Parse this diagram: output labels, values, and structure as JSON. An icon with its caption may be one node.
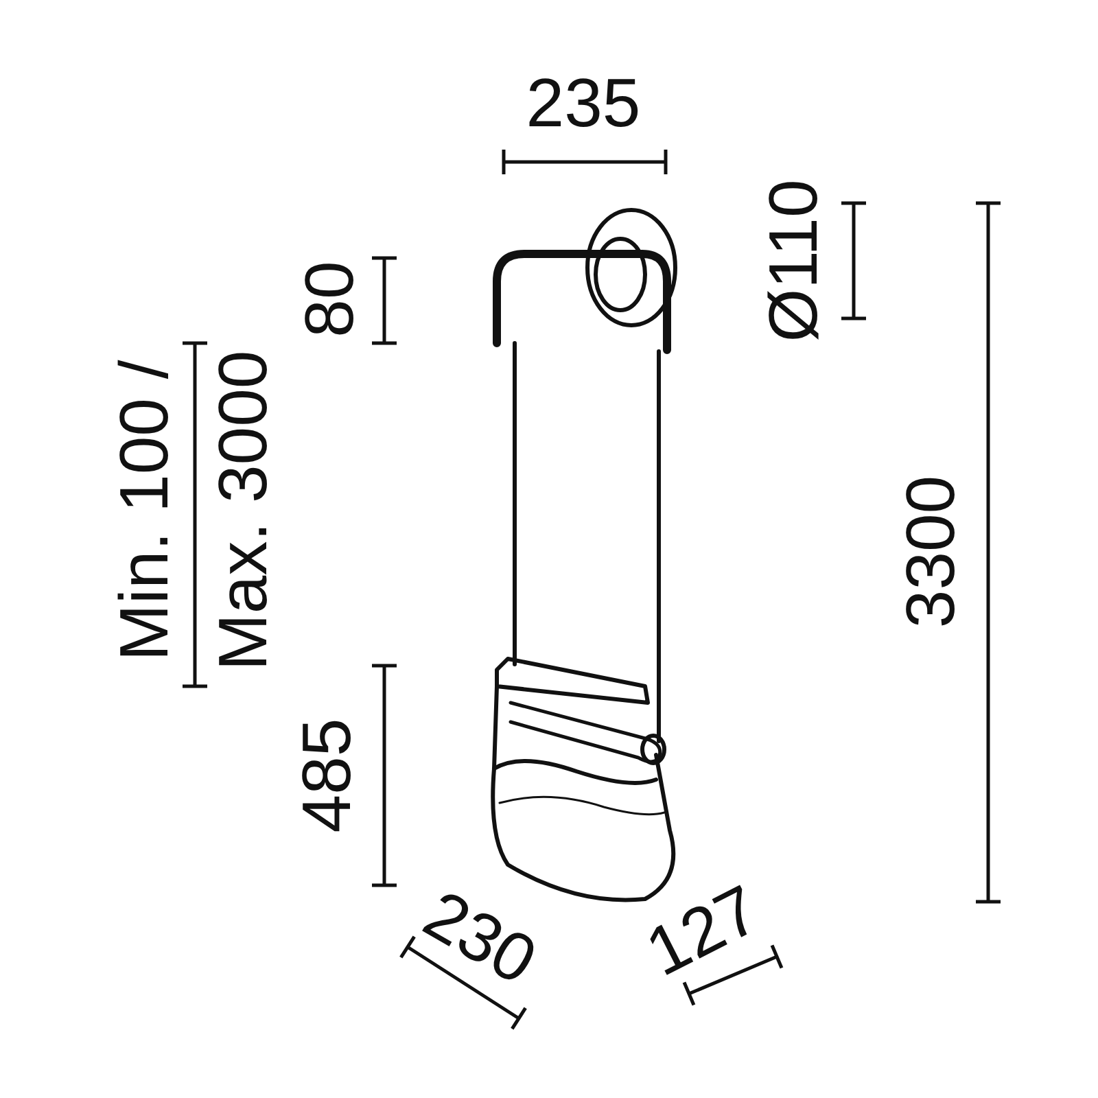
{
  "diagram": {
    "labels": [
      "235",
      "Ø110",
      "80",
      "Min. 100 / Max. 3000",
      "3300",
      "485",
      "230",
      "127"
    ]
  }
}
